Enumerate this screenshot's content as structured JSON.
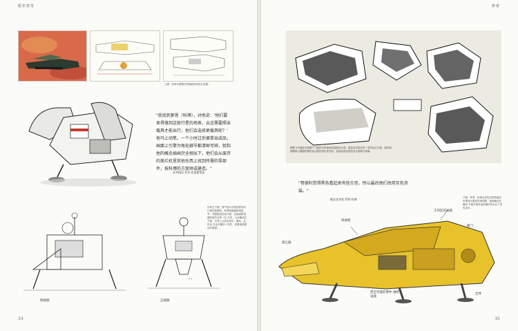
{
  "left_page": {
    "running_head": "甜长变性",
    "page_number": "34",
    "thumb_caption": "上图：科博与萝图先罗摄影机的设计妥置。",
    "quote": "\"我找到萝恩（科博），对他说：'他们要显得落到这般行星的地表，云这需要照亲载具才能出行，他们会选择更载具呢？' 他马上动笔，一个小时过后便拿出成品，画面上引擎为每处细节都清晰可辨，就和他的概念插画完全相似下，他们会从废弃的美烂机里其他东西上找到所需的零部件，按科博的方案拼成建造。\"",
    "quote_credit": "艺术指导 罗杰·克里斯蒂安",
    "side_caption": "中间左下图：原气室大中型的配场亨打造的新图机，科博用图细致地描节，完整描述的设计图，全面重新搭建的细节全球（位 方块、以及最适交下面，又其三从多此场中，最后，这的出 并全手雕刻一四件，完整地搭建出的新图）。",
    "label_side_view": "侧视图",
    "label_front_view": "正视图"
  },
  "right_page": {
    "running_head": "旅者",
    "page_number": "35",
    "art_caption": "随着飞行器变为新图下飞船的可供使用的造型设计图，直至设法将这些一张同设计方案，原本科博模再以照图所需的设计图的变化来完成，后继创造目的的设计图成为背景。",
    "quote": "\"哥德利觉得黑色看起来有些古怪，所以最后他们改用灰色涂装。\"",
    "quote_credit": "概念艺术家 罗恩·科博",
    "side_caption": "下图：罗恩 · 科博为豆意克弄罗星的科博设计图变的视觉图，画面最后在最终 不能在雨体运转最好的对比了成色设中。",
    "labels": [
      "工作区的通道",
      "驾驶舱",
      "吸尘器",
      "舱门",
      "完全可能的零件 维修设施",
      "全体"
    ]
  },
  "colors": {
    "paper": "#fbfbf8",
    "art_bg": "#ecebe2",
    "ship_yellow": "#e8c22a",
    "sketch_red": "#c0392b"
  }
}
